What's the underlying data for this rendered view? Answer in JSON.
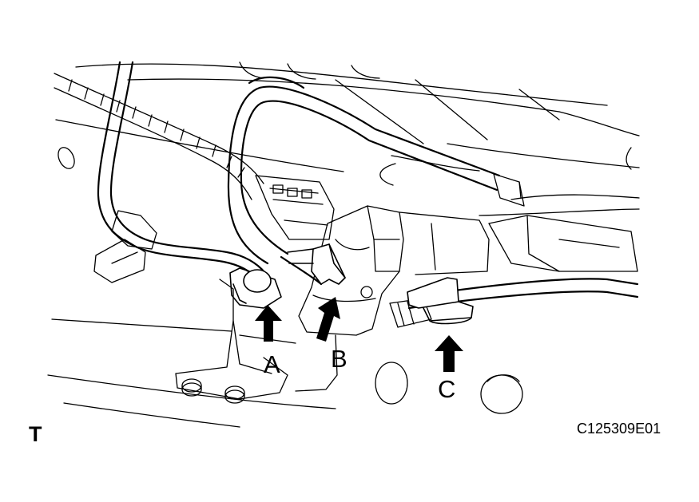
{
  "diagram": {
    "callouts": [
      {
        "letter": "A"
      },
      {
        "letter": "B"
      },
      {
        "letter": "C"
      }
    ],
    "corner_mark": "T",
    "figure_code": "C125309E01",
    "colors": {
      "line": "#000000",
      "background": "#ffffff"
    }
  }
}
